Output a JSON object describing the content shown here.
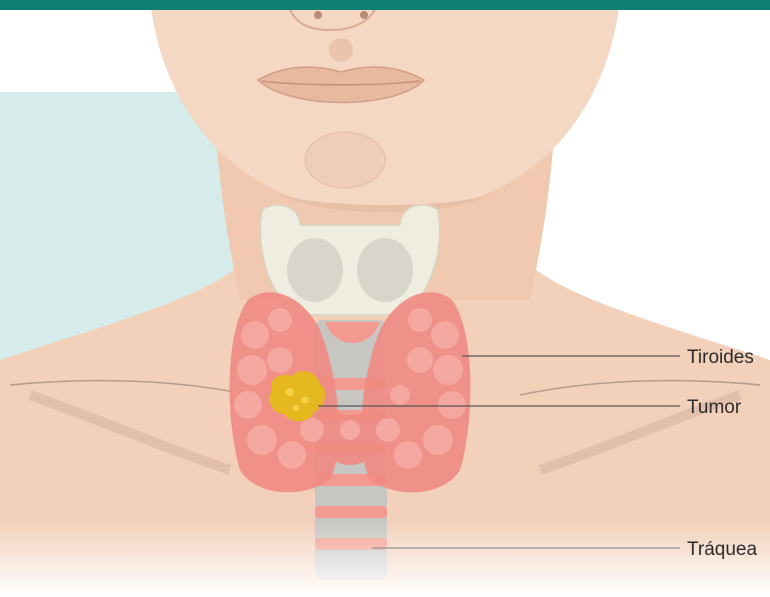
{
  "labels": {
    "thyroid": "Tiroides",
    "tumor": "Tumor",
    "trachea": "Tráquea"
  },
  "colors": {
    "top_band": "#0f7f74",
    "teal_panel": "#d6ecea",
    "skin": "#f2d0b9",
    "skin_shadow": "#e3b9a0",
    "thyroid": "#f08b84",
    "thyroid_lobule": "#f5a8a0",
    "trachea": "#c8c6c2",
    "trachea_ring": "#f29a8f",
    "cartilage": "#efece0",
    "tumor": "#e5b81f",
    "leader_line": "#555555"
  }
}
